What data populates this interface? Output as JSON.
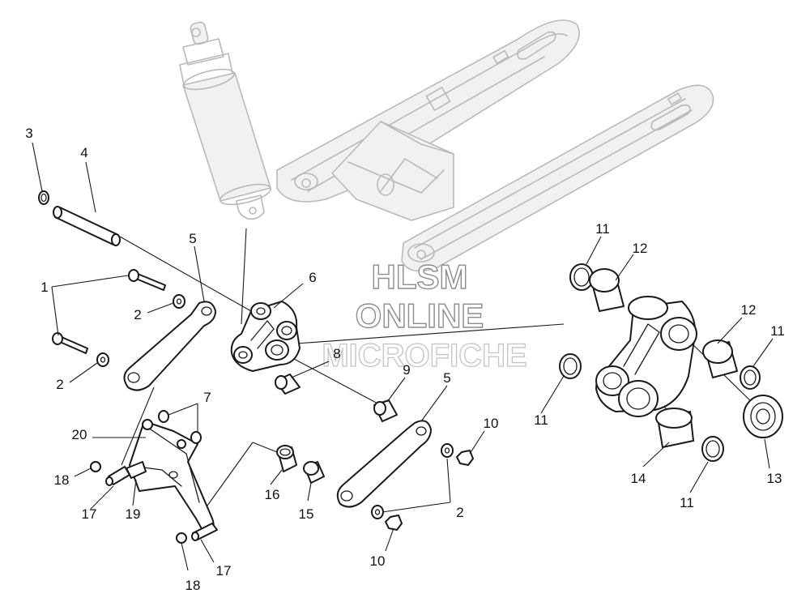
{
  "watermark": {
    "line1": "HLSM",
    "line2": "ONLINE",
    "line3": "MICROFICHE"
  },
  "callouts": [
    {
      "id": "c1",
      "label": "1"
    },
    {
      "id": "c2a",
      "label": "2"
    },
    {
      "id": "c2b",
      "label": "2"
    },
    {
      "id": "c2c",
      "label": "2"
    },
    {
      "id": "c3",
      "label": "3"
    },
    {
      "id": "c4",
      "label": "4"
    },
    {
      "id": "c5a",
      "label": "5"
    },
    {
      "id": "c5b",
      "label": "5"
    },
    {
      "id": "c6",
      "label": "6"
    },
    {
      "id": "c7",
      "label": "7"
    },
    {
      "id": "c8",
      "label": "8"
    },
    {
      "id": "c9",
      "label": "9"
    },
    {
      "id": "c10a",
      "label": "10"
    },
    {
      "id": "c10b",
      "label": "10"
    },
    {
      "id": "c11a",
      "label": "11"
    },
    {
      "id": "c11b",
      "label": "11"
    },
    {
      "id": "c11c",
      "label": "11"
    },
    {
      "id": "c11d",
      "label": "11"
    },
    {
      "id": "c12a",
      "label": "12"
    },
    {
      "id": "c12b",
      "label": "12"
    },
    {
      "id": "c13",
      "label": "13"
    },
    {
      "id": "c14",
      "label": "14"
    },
    {
      "id": "c15",
      "label": "15"
    },
    {
      "id": "c16",
      "label": "16"
    },
    {
      "id": "c17a",
      "label": "17"
    },
    {
      "id": "c17b",
      "label": "17"
    },
    {
      "id": "c18a",
      "label": "18"
    },
    {
      "id": "c18b",
      "label": "18"
    },
    {
      "id": "c19",
      "label": "19"
    },
    {
      "id": "c20",
      "label": "20"
    }
  ]
}
